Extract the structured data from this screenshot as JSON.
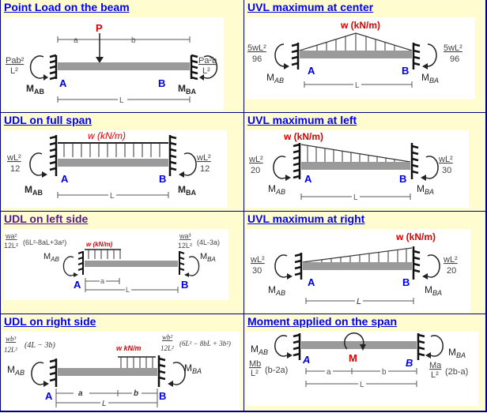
{
  "colors": {
    "background": "#fffcd0",
    "border": "#000080",
    "title_link": "#0000ee",
    "title_visited": "#551a8b",
    "load_label": "#dd0000",
    "node_label": "#0000dd",
    "beam": "#9a9a9a",
    "ink": "#222222"
  },
  "cells": [
    {
      "title": "Point Load on the beam",
      "load": "P",
      "node_a": "A",
      "node_b": "B",
      "moment_left": {
        "label": "M",
        "sub": "AB",
        "num": "Pab²",
        "den": "L²"
      },
      "moment_right": {
        "label": "M",
        "sub": "BA",
        "num": "Pa²b",
        "den": "L²"
      },
      "dims": {
        "a": "a",
        "b": "b",
        "L": "L"
      }
    },
    {
      "title": "UVL maximum at center",
      "load": "w (kN/m)",
      "node_a": "A",
      "node_b": "B",
      "moment_left": {
        "label": "M",
        "sub": "AB",
        "num": "5wL²",
        "den": "96"
      },
      "moment_right": {
        "label": "M",
        "sub": "BA",
        "num": "5wL²",
        "den": "96"
      },
      "dims": {
        "L": "L"
      }
    },
    {
      "title": "UDL on full span",
      "load": "w (kN/m)",
      "node_a": "A",
      "node_b": "B",
      "moment_left": {
        "label": "M",
        "sub": "AB",
        "num": "wL²",
        "den": "12"
      },
      "moment_right": {
        "label": "M",
        "sub": "BA",
        "num": "wL²",
        "den": "12"
      },
      "dims": {
        "L": "L"
      }
    },
    {
      "title": "UVL maximum at left",
      "load": "w (kN/m)",
      "node_a": "A",
      "node_b": "B",
      "moment_left": {
        "label": "M",
        "sub": "AB",
        "num": "wL²",
        "den": "20"
      },
      "moment_right": {
        "label": "M",
        "sub": "BA",
        "num": "wL²",
        "den": "30"
      },
      "dims": {
        "L": "L"
      }
    },
    {
      "title": "UDL on left side",
      "load": "w (kN/m)",
      "node_a": "A",
      "node_b": "B",
      "moment_left": {
        "label": "M",
        "sub": "AB",
        "num": "wa²",
        "den": "12L²",
        "tail": "(6L²-8aL+3a²)"
      },
      "moment_right": {
        "label": "M",
        "sub": "BA",
        "num": "wa³",
        "den": "12L²",
        "tail": "(4L-3a)"
      },
      "dims": {
        "a": "a",
        "L": "L"
      }
    },
    {
      "title": "UVL maximum at right",
      "load": "w (kN/m)",
      "node_a": "A",
      "node_b": "B",
      "moment_left": {
        "label": "M",
        "sub": "AB",
        "num": "wL²",
        "den": "30"
      },
      "moment_right": {
        "label": "M",
        "sub": "BA",
        "num": "wL²",
        "den": "20"
      },
      "dims": {
        "L": "L"
      }
    },
    {
      "title": "UDL on right side",
      "load": "w kN/m",
      "node_a": "A",
      "node_b": "B",
      "moment_left": {
        "label": "M",
        "sub": "AB",
        "num": "wb³",
        "den": "12L²",
        "tail": "(4L − 3b)"
      },
      "moment_right": {
        "label": "M",
        "sub": "BA",
        "num": "wb²",
        "den": "12L²",
        "tail": "(6L² − 8bL + 3b²)"
      },
      "dims": {
        "a": "a",
        "b": "b",
        "L": "L"
      }
    },
    {
      "title": "Moment applied on the span",
      "load": "M",
      "node_a": "A",
      "node_b": "B",
      "moment_left": {
        "label": "M",
        "sub": "AB",
        "num": "Mb",
        "den": "L²",
        "tail": "(b-2a)"
      },
      "moment_right": {
        "label": "M",
        "sub": "BA",
        "num": "Ma",
        "den": "L²",
        "tail": "(2b-a)"
      },
      "dims": {
        "a": "a",
        "b": "b",
        "L": "L"
      }
    }
  ]
}
